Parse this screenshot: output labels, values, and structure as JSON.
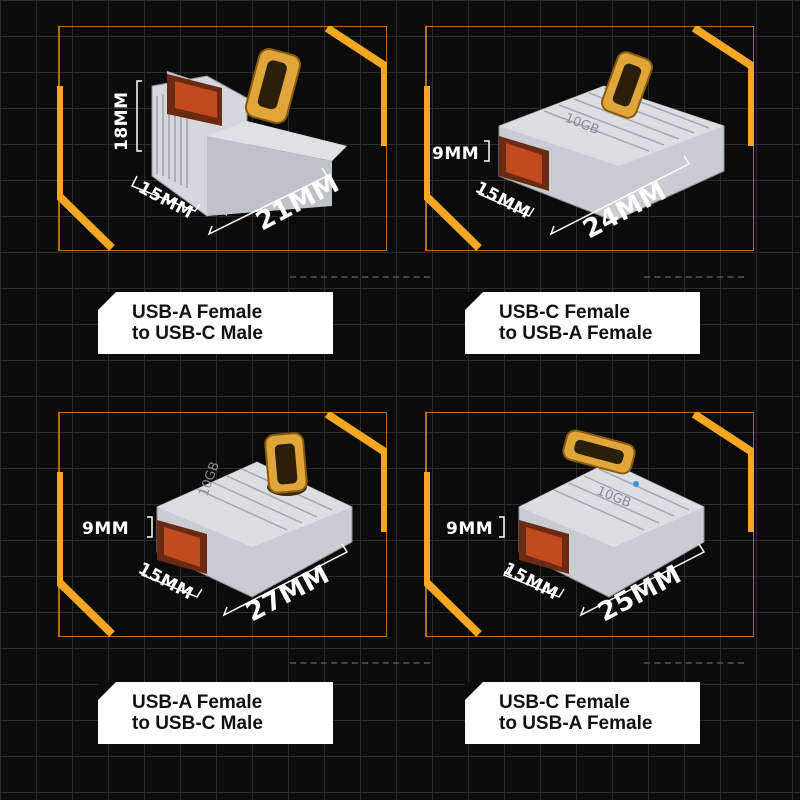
{
  "colors": {
    "accent": "#f5a623",
    "frame": "#e8921e",
    "metal": "#c9ccd0",
    "connector": "#e0a63a",
    "port": "#c24a1f"
  },
  "panels": [
    {
      "dims": {
        "height": "18MM",
        "depth": "15MM",
        "length": "21MM"
      },
      "label": {
        "line1": "USB-A Female",
        "line2": "to USB-C Male"
      }
    },
    {
      "dims": {
        "height": "9MM",
        "depth": "15MM",
        "length": "24MM"
      },
      "badge": "10GB",
      "label": {
        "line1": "USB-C Female",
        "line2": "to USB-A Female"
      }
    },
    {
      "dims": {
        "height": "9MM",
        "depth": "15MM",
        "length": "27MM"
      },
      "badge": "10GB",
      "label": {
        "line1": "USB-A Female",
        "line2": "to USB-C Male"
      }
    },
    {
      "dims": {
        "height": "9MM",
        "depth": "15MM",
        "length": "25MM"
      },
      "badge": "10GB",
      "label": {
        "line1": "USB-C Female",
        "line2": "to USB-A Female"
      }
    }
  ]
}
